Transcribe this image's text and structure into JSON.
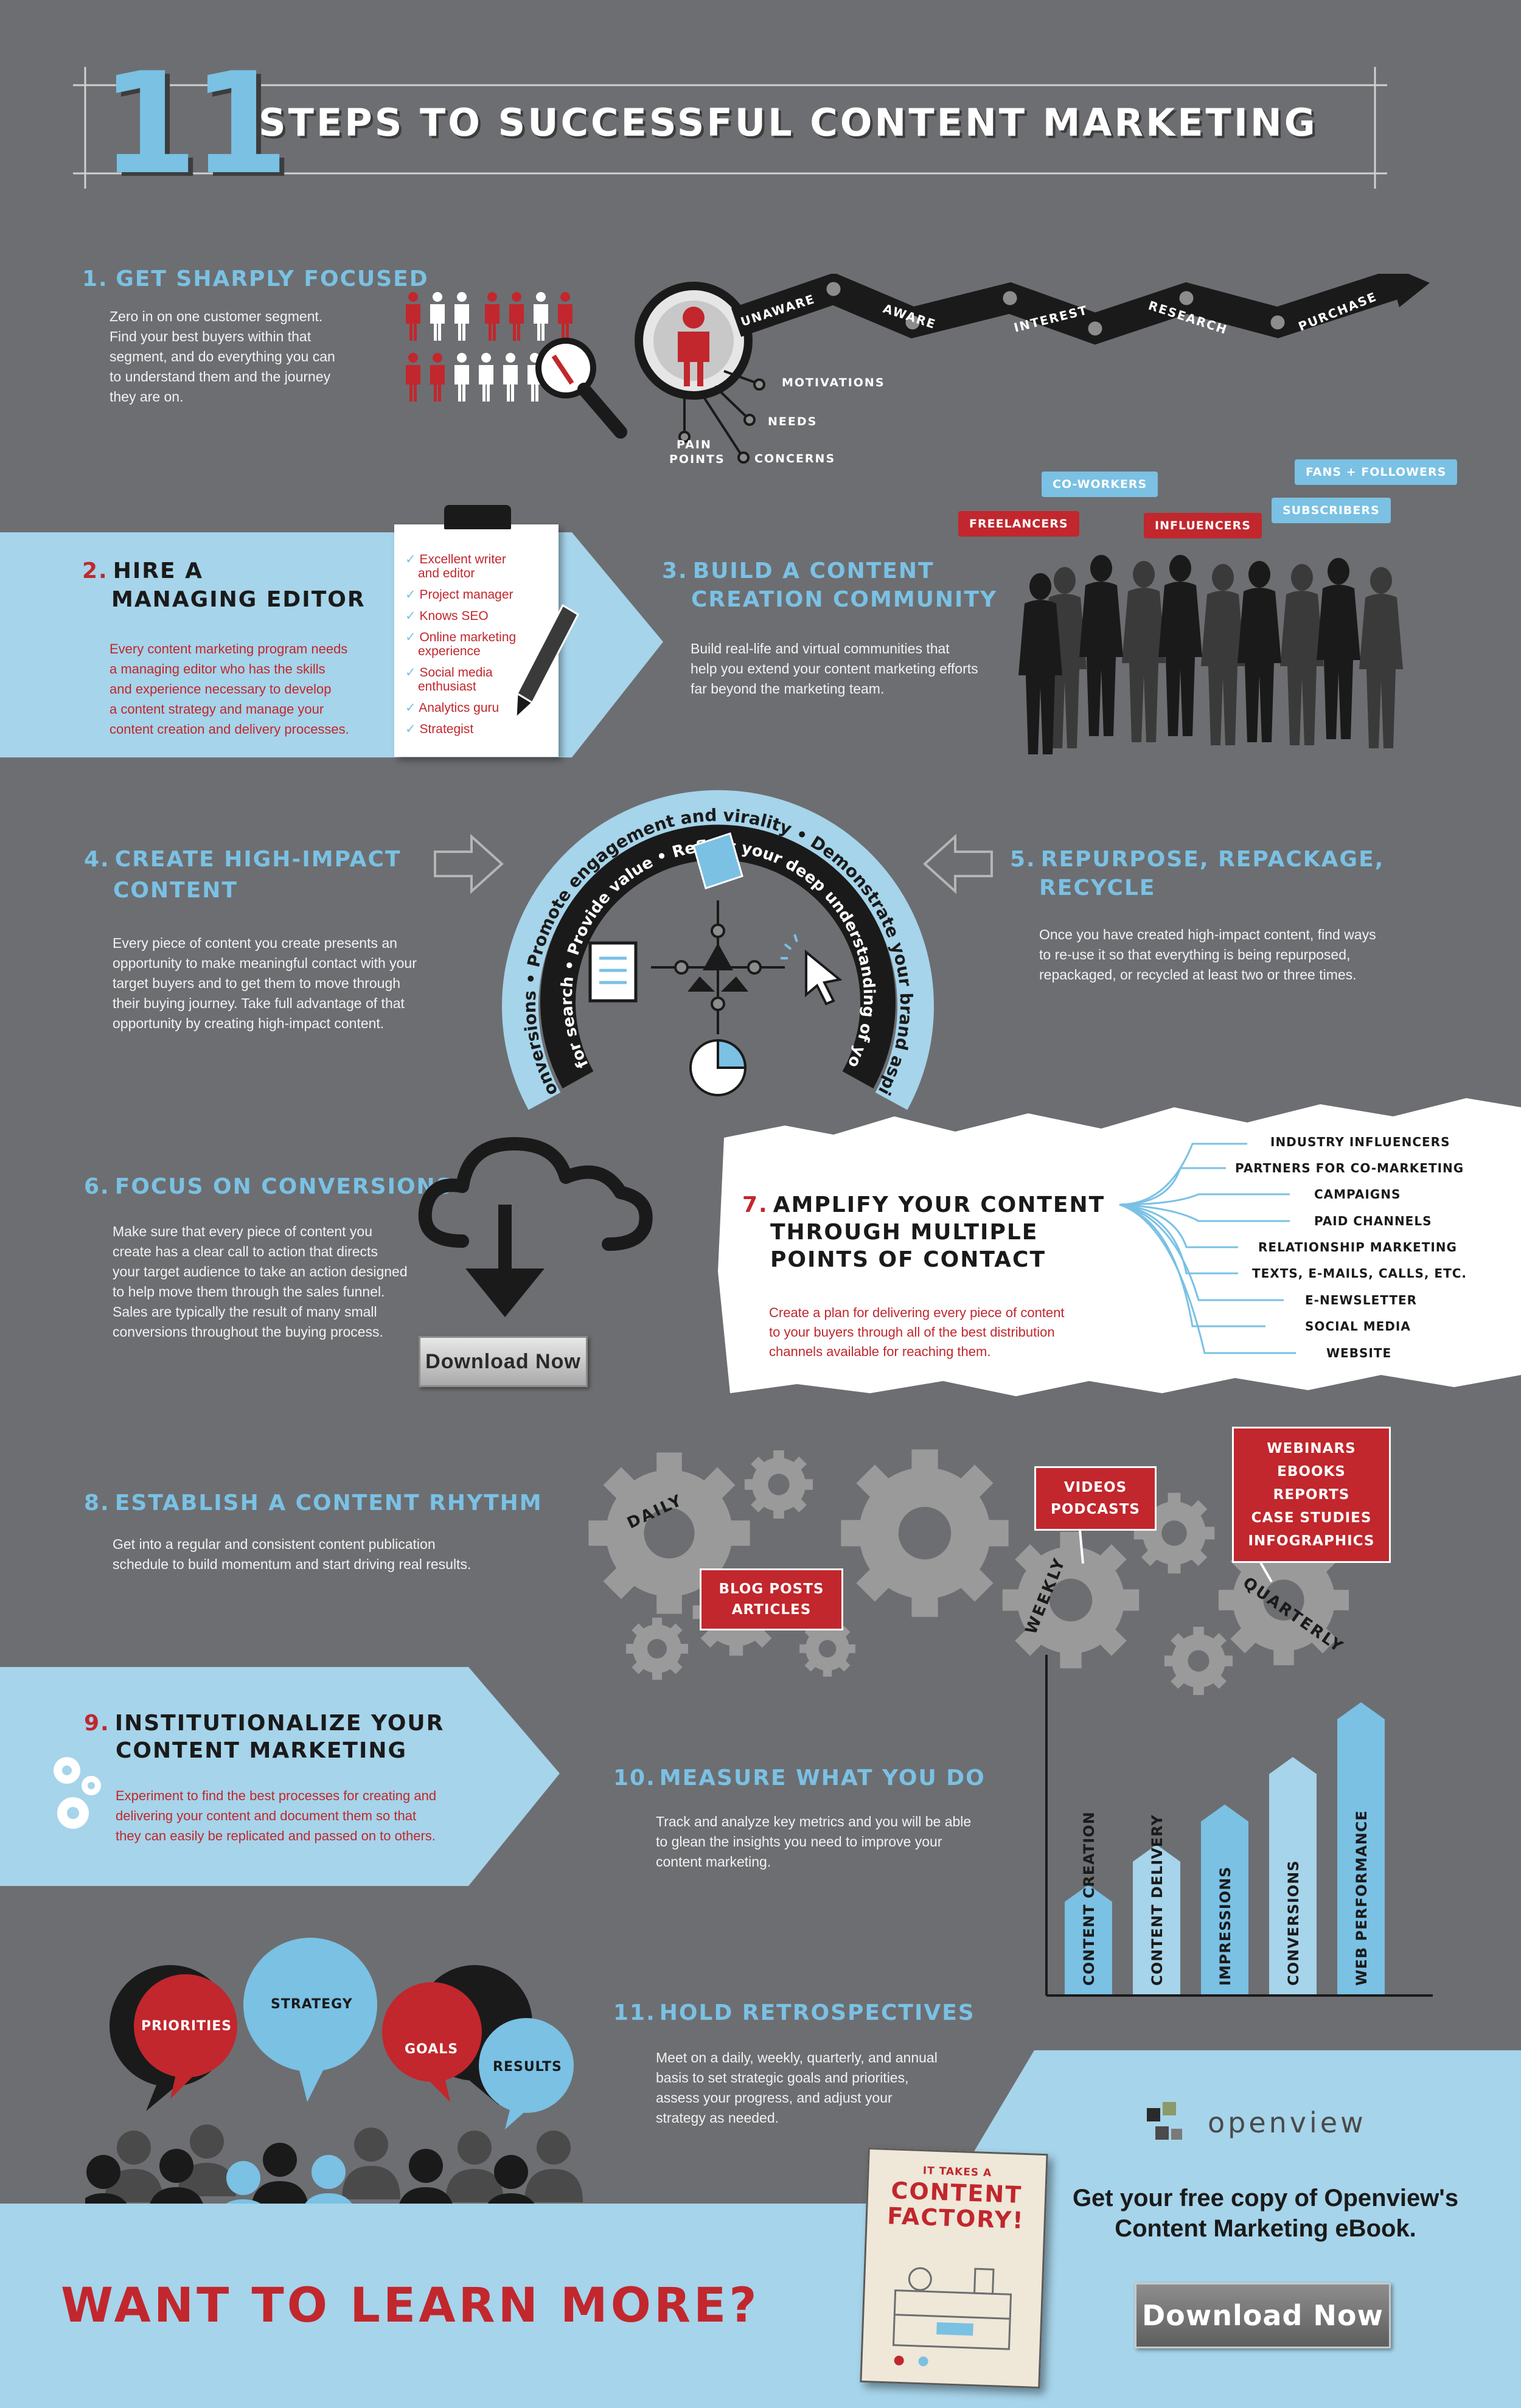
{
  "header": {
    "number": "11",
    "title": "Steps to Successful Content Marketing"
  },
  "colors": {
    "background": "#6d6e71",
    "blue": "#7ac1e4",
    "light_blue": "#a6d4ea",
    "red": "#c1272d",
    "dark": "#1a1a1a"
  },
  "step1": {
    "num": "1.",
    "title": "Get Sharply Focused",
    "body": [
      "Zero in on one customer segment.",
      "Find your best buyers within that",
      "segment, and do everything you can",
      "to understand them and the journey",
      "they are on."
    ],
    "journey": [
      "Unaware",
      "Aware",
      "Interest",
      "Research",
      "Purchase"
    ],
    "attributes": [
      "Motivations",
      "Needs",
      "Concerns",
      "Pain",
      "Points"
    ]
  },
  "step2": {
    "num": "2.",
    "title_line1": "Hire a",
    "title_line2": "Managing Editor",
    "body": [
      "Every content marketing program needs",
      "a managing editor who has the skills",
      "and experience necessary to develop",
      "a content strategy and manage your",
      "content creation and delivery processes."
    ],
    "checklist": [
      [
        "Excellent writer",
        "and editor"
      ],
      [
        "Project manager"
      ],
      [
        "Knows SEO"
      ],
      [
        "Online marketing",
        "experience"
      ],
      [
        "Social media",
        "enthusiast"
      ],
      [
        "Analytics guru"
      ],
      [
        "Strategist"
      ]
    ]
  },
  "step3": {
    "num": "3.",
    "title_line1": "Build a Content",
    "title_line2": "Creation Community",
    "body": [
      "Build real-life and virtual communities that",
      "help you extend your content marketing efforts",
      "far beyond the marketing team."
    ],
    "tags": {
      "freelancers": "Freelancers",
      "coworkers": "Co-workers",
      "influencers": "Influencers",
      "subscribers": "Subscribers",
      "fans": "Fans + Followers"
    }
  },
  "step4": {
    "num": "4.",
    "title_line1": "Create High-Impact",
    "title_line2": "Content",
    "body": [
      "Every piece of content you create presents an",
      "opportunity to make meaningful contact with your",
      "target buyers and to get them to move through",
      "their buying journey. Take full advantage of that",
      "opportunity by creating high-impact content."
    ]
  },
  "arc": {
    "outer": "Drive conversions • Promote engagement and virality • Demonstrate your brand aspirations",
    "inner": "Optimize for search • Provide value • Reflect your deep understanding of your buyers"
  },
  "step5": {
    "num": "5.",
    "title_line1": "Repurpose, Repackage,",
    "title_line2": "Recycle",
    "body": [
      "Once you have created high-impact content, find ways",
      "to re-use it so that everything is being repurposed,",
      "repackaged, or recycled at least two or three times."
    ]
  },
  "step6": {
    "num": "6.",
    "title": "Focus on Conversions",
    "body": [
      "Make sure that every piece of content you",
      "create has a clear call to action that directs",
      "your target audience to take an action designed",
      "to help move them through the sales funnel.",
      "Sales are typically the result of many small",
      "conversions throughout the buying process."
    ],
    "button": "Download Now"
  },
  "step7": {
    "num": "7.",
    "title_line1": "Amplify Your Content",
    "title_line2": "Through Multiple",
    "title_line3": "Points of Contact",
    "body": [
      "Create a plan for delivering every piece of content",
      "to your buyers through all of the best distribution",
      "channels available for reaching them."
    ],
    "channels": [
      "Industry Influencers",
      "Partners for Co-Marketing",
      "Campaigns",
      "Paid Channels",
      "Relationship Marketing",
      "Texts, E-mails, Calls, Etc.",
      "E-Newsletter",
      "Social Media",
      "Website"
    ]
  },
  "step8": {
    "num": "8.",
    "title": "Establish a Content Rhythm",
    "body": [
      "Get into a regular and consistent content publication",
      "schedule to build momentum and start driving real results."
    ],
    "daily": "Daily",
    "weekly": "Weekly",
    "quarterly": "Quarterly",
    "daily_box": [
      "Blog Posts",
      "Articles"
    ],
    "weekly_box": [
      "Videos",
      "Podcasts"
    ],
    "quarterly_box": [
      "Webinars",
      "Ebooks",
      "Reports",
      "Case Studies",
      "Infographics"
    ]
  },
  "step9": {
    "num": "9.",
    "title_line1": "Institutionalize Your",
    "title_line2": "Content Marketing",
    "body": [
      "Experiment to find the best processes for creating and",
      "delivering your content and document them so that",
      "they can easily be replicated and passed on to others."
    ]
  },
  "step10": {
    "num": "10.",
    "title": "Measure What You Do",
    "body": [
      "Track and analyze key metrics and you will be able",
      "to glean the insights you need to improve your",
      "content marketing."
    ],
    "bars": [
      {
        "label": "Content Creation",
        "level": 0.3
      },
      {
        "label": "Content Delivery",
        "level": 0.41
      },
      {
        "label": "Impressions",
        "level": 0.52
      },
      {
        "label": "Conversions",
        "level": 0.65
      },
      {
        "label": "Web Performance",
        "level": 0.8
      }
    ]
  },
  "step11": {
    "num": "11.",
    "title": "Hold Retrospectives",
    "body": [
      "Meet on a daily, weekly, quarterly, and annual",
      "basis to set strategic goals and priorities,",
      "assess your progress, and adjust your",
      "strategy as needed."
    ],
    "bubbles": [
      "Priorities",
      "Strategy",
      "Goals",
      "Results"
    ]
  },
  "footer": {
    "cta": "Want to Learn More?",
    "brand": "openview",
    "offer_line1": "Get your free copy of Openview's",
    "offer_line2": "Content Marketing eBook.",
    "button": "Download Now",
    "book_top": "It takes a",
    "book_title_1": "Content",
    "book_title_2": "Factory!"
  }
}
